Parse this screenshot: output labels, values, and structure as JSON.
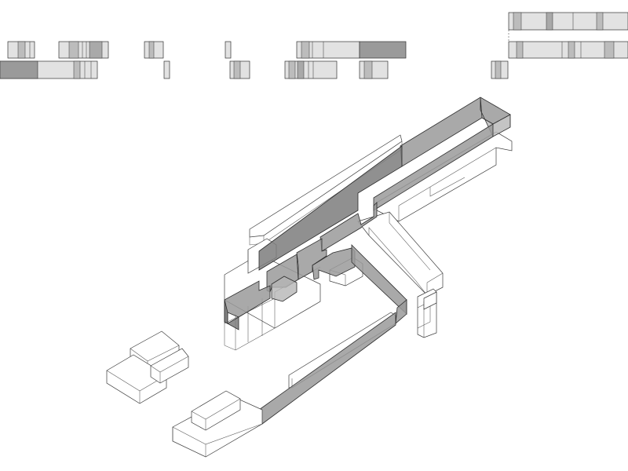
{
  "diagram": {
    "kind": "isometric-axonometric-drawing",
    "colors": {
      "line": "#3a3a3a",
      "fill_dark": "#9a9a9a",
      "fill_mid": "#bcbcbc",
      "fill_light": "#e2e2e2",
      "background": "#ffffff"
    },
    "sequence_strip_1_shades": [
      "light",
      "mid",
      "light",
      "mid",
      "light",
      "light",
      "dark",
      "light"
    ],
    "sequence_strip_2_shades": [
      "dark",
      "light",
      "mid",
      "light",
      "light",
      "mid",
      "light",
      "light",
      "mid"
    ]
  }
}
